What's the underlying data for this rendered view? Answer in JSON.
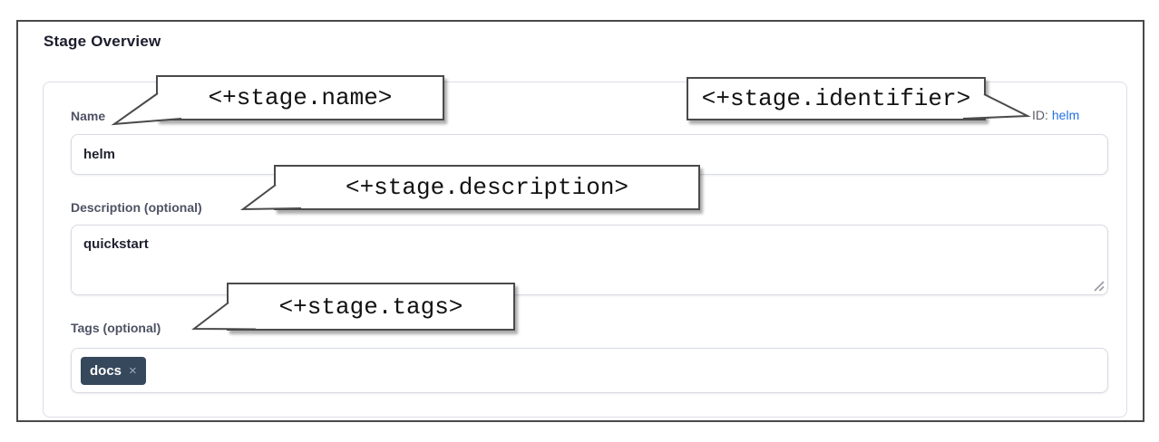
{
  "page": {
    "title": "Stage Overview"
  },
  "form": {
    "name": {
      "label": "Name",
      "value": "helm"
    },
    "identifier": {
      "label": "ID:",
      "value": "helm"
    },
    "description": {
      "label": "Description (optional)",
      "value": "quickstart"
    },
    "tags": {
      "label": "Tags (optional)",
      "chips": [
        {
          "text": "docs",
          "remove_glyph": "×"
        }
      ]
    }
  },
  "callouts": [
    {
      "target": "name",
      "text": "<+stage.name>"
    },
    {
      "target": "identifier",
      "text": "<+stage.identifier>"
    },
    {
      "target": "description",
      "text": "<+stage.description>"
    },
    {
      "target": "tags",
      "text": "<+stage.tags>"
    }
  ],
  "colors": {
    "id_link_blue": "#2271e6",
    "tag_chip_background": "#36485c",
    "callout_border": "#4a4a4a",
    "frame_border": "#494949",
    "label_gray": "#4e5264"
  }
}
